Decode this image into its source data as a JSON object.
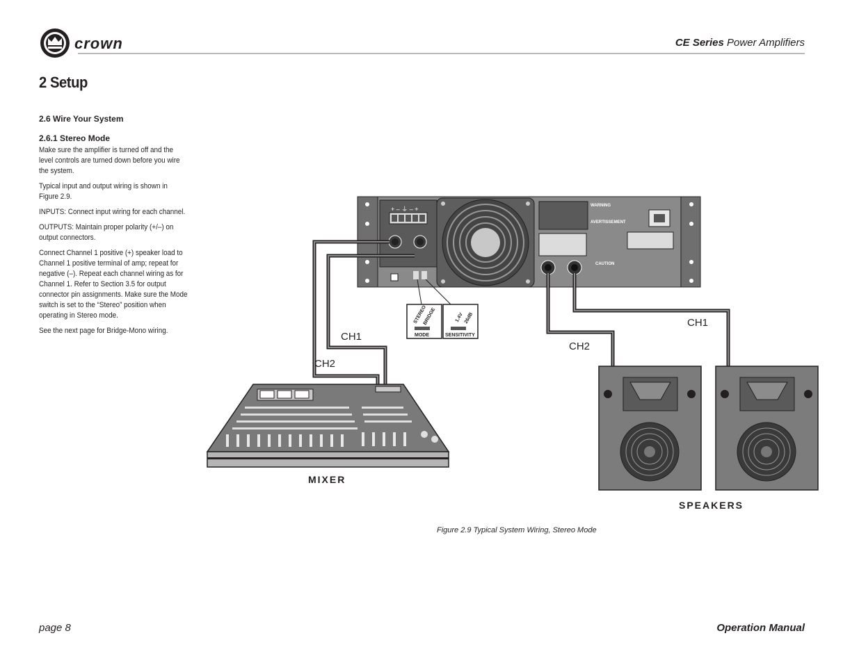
{
  "header": {
    "brand_logo": "crown",
    "series_bold": "CE Series",
    "series_rest": " Power Amplifiers"
  },
  "chapter_title": "2 Setup",
  "section_title": "2.6  Wire Your System",
  "subsection_title": "2.6.1 Stereo Mode",
  "paragraphs": [
    "Make sure the amplifier is turned off and the level controls are turned down before you wire the system.",
    "Typical input and output wiring is shown in Figure 2.9.",
    "INPUTS: Connect input wiring for each channel.",
    "OUTPUTS: Maintain proper polarity (+/–) on output connectors.",
    "Connect Channel 1 positive (+) speaker load  to Channel 1 positive terminal of amp; repeat for negative (–). Repeat each channel wiring as for Channel 1. Refer to Section 3.5 for output connector pin assignments. Make sure the Mode switch is set to the “Stereo” position when operating in Stereo mode.",
    "See the next page for Bridge-Mono wiring."
  ],
  "diagram": {
    "mixer_label": "MIXER",
    "speakers_label": "SPEAKERS",
    "mixer_ch1": "CH1",
    "mixer_ch2": "CH2",
    "speaker_ch1": "CH1",
    "speaker_ch2": "CH2",
    "switch_mode_top": "STEREO",
    "switch_mode_top2": "BRIDGE",
    "switch_mode_label": "MODE",
    "switch_sens_top": "1.4V",
    "switch_sens_top2": "26dB",
    "switch_sens_label": "SENSITIVITY",
    "amp_warning": "WARNING",
    "amp_avertissement": "AVERTISSEMENT",
    "amp_caution": "CAUTION"
  },
  "figure_caption": "Figure 2.9 Typical System Wiring, Stereo Mode",
  "footer": {
    "page": "page 8",
    "manual": "Operation Manual"
  },
  "colors": {
    "panel": "#7a7a7a",
    "panel_dark": "#4a4a4a",
    "ink": "#231f20"
  }
}
